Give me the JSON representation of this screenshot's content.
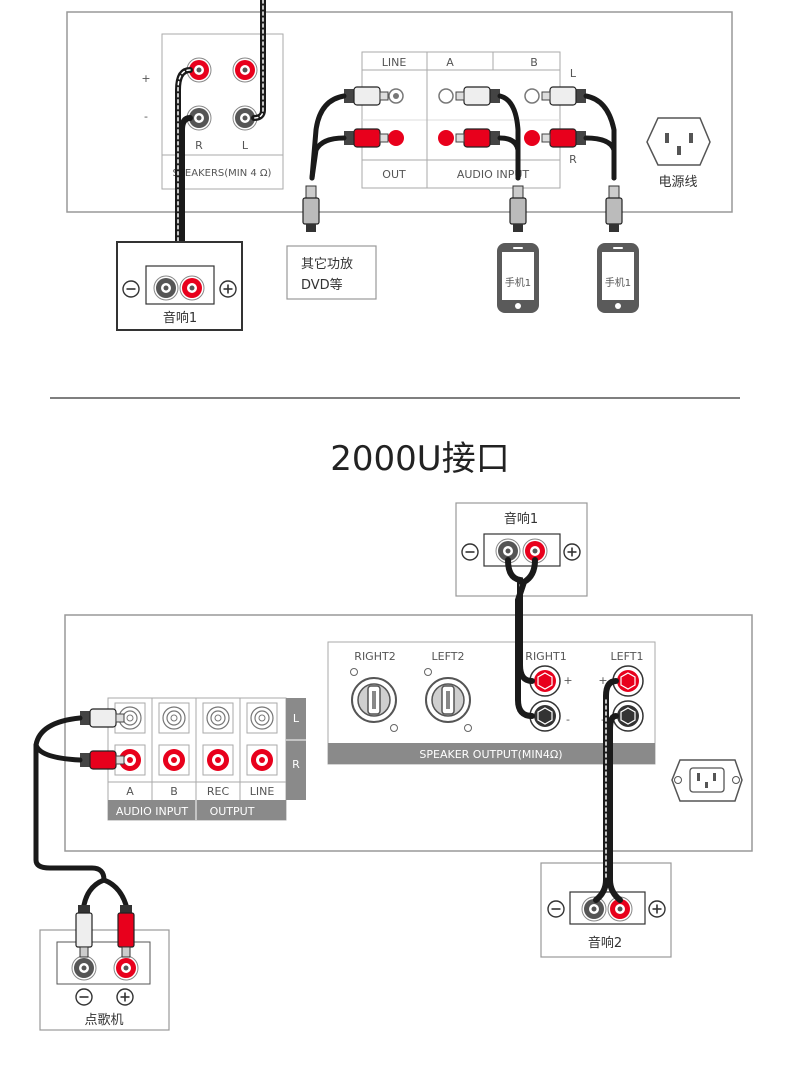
{
  "top_panel": {
    "plus_sign": "+",
    "minus_sign": "-",
    "speakers_r": "R",
    "speakers_l": "L",
    "speakers_label": "SPEAKERS(MIN 4 Ω)",
    "line_label": "LINE",
    "a_label": "A",
    "b_label": "B",
    "out_label": "OUT",
    "audio_input_label": "AUDIO INPUT",
    "side_l": "L",
    "side_r": "R",
    "power_label": "电源线",
    "speaker1_label": "音响1",
    "other_amp_line1": "其它功放",
    "other_amp_line2": "DVD等",
    "phone1_label": "手机1",
    "phone2_label": "手机1"
  },
  "section_title": "2000U接口",
  "bottom_panel": {
    "speaker1_label": "音响1",
    "speaker2_label": "音响2",
    "right2": "RIGHT2",
    "left2": "LEFT2",
    "right1": "RIGHT1",
    "left1": "LEFT1",
    "plus_sign": "+",
    "minus_sign": "-",
    "speaker_output_label": "SPEAKER OUTPUT(MIN4Ω)",
    "side_l": "L",
    "side_r": "R",
    "col_a": "A",
    "col_b": "B",
    "col_rec": "REC",
    "col_line": "LINE",
    "audio_input_label": "AUDIO INPUT",
    "output_label": "OUTPUT",
    "karaoke_label": "点歌机"
  },
  "colors": {
    "red": "#e8001c",
    "dark_gray": "#555555",
    "panel_stroke": "#999999",
    "label_bar": "#8a8a8a",
    "cable": "#1a1a1a"
  }
}
